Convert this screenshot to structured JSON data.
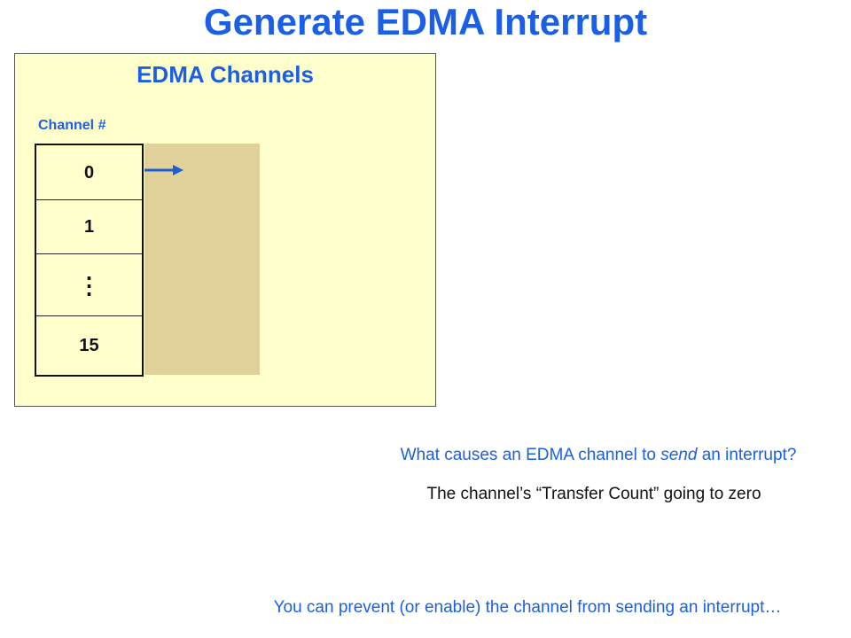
{
  "slide": {
    "title": "Generate EDMA Interrupt"
  },
  "panel": {
    "title": "EDMA Channels",
    "channel_label": "Channel #",
    "channels": [
      "0",
      "1",
      "⋮",
      "15"
    ]
  },
  "question": {
    "prefix": "What causes an EDMA channel to ",
    "emphasis": "send",
    "suffix": " an interrupt?"
  },
  "answer": "The channel’s “Transfer Count” going to zero",
  "note": "You can prevent (or enable) the channel from sending an interrupt…",
  "colors": {
    "accent_blue": "#1a5fe6",
    "panel_bg": "#ffffcc",
    "tan_block": "#e0d09a",
    "arrow": "#1f5fd6"
  }
}
